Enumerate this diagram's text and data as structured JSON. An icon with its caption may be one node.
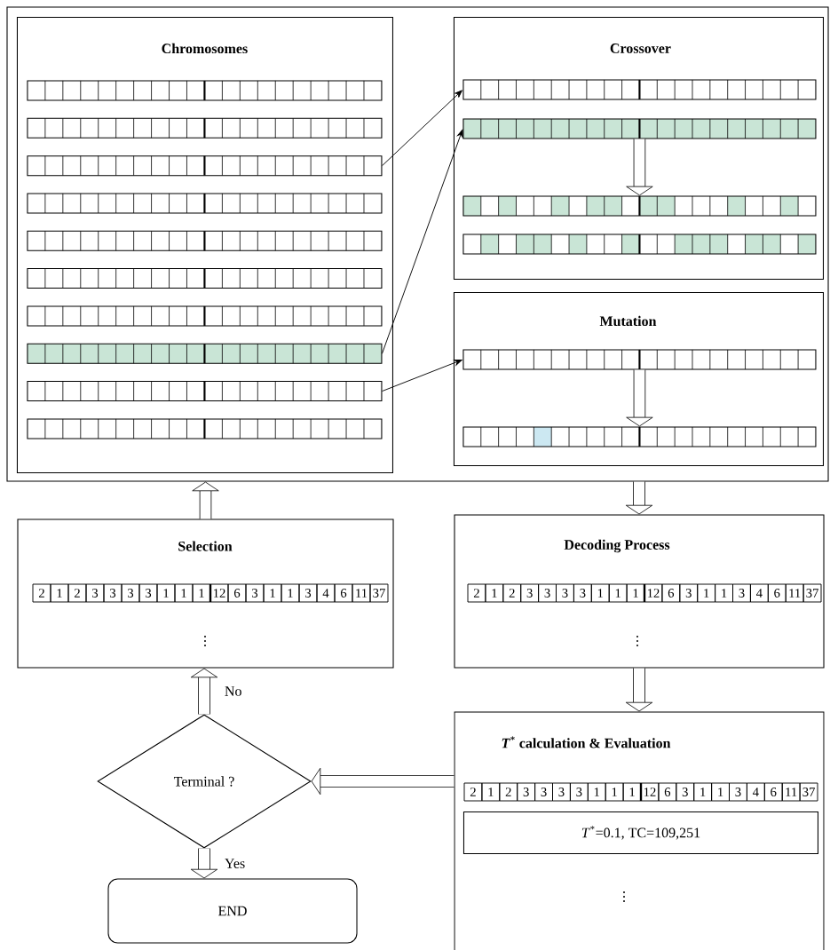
{
  "diagram": {
    "nodes": [
      {
        "text": [],
        "shape": "box"
      },
      {
        "text": [
          "Chromosomes"
        ],
        "in": 0
      },
      {
        "text": [],
        "shape": "bar",
        "in": 1
      },
      {
        "text": [],
        "shape": "bar",
        "in": 1
      },
      {
        "text": [],
        "shape": "bar",
        "in": 1
      },
      {
        "text": [],
        "shape": "bar",
        "in": 1
      },
      {
        "text": [],
        "shape": "bar",
        "in": 1
      },
      {
        "text": [],
        "shape": "bar",
        "in": 1
      },
      {
        "text": [],
        "shape": "bar",
        "in": 1
      },
      {
        "text": [],
        "shape": "bar",
        "in": 1
      },
      {
        "text": [],
        "shape": "bar",
        "in": 1
      },
      {
        "text": [],
        "shape": "bar",
        "in": 1
      },
      {
        "text": [
          "Crossover"
        ],
        "in": 0
      },
      {
        "text": [],
        "shape": "bar",
        "in": 12
      },
      {
        "text": [],
        "shape": "bar",
        "in": 12
      },
      {
        "text": [],
        "shape": "bar",
        "in": 12
      },
      {
        "text": [],
        "shape": "bar",
        "in": 12
      },
      {
        "text": [
          "Mutation"
        ],
        "in": 0
      },
      {
        "text": [],
        "shape": "bar",
        "in": 17
      },
      {
        "text": [],
        "shape": "bar",
        "in": 17
      },
      {
        "text": [
          "Selection"
        ]
      },
      {
        "text": [
          "Decoding Process"
        ]
      },
      {
        "text": [
          "*T*$^{*}$ calculation & Evaluation"
        ]
      },
      {
        "text": [
          "*T*$^{*}$=0.1, TC=109,251"
        ],
        "in": 22
      },
      {
        "text": [
          "Terminal ?"
        ]
      },
      {
        "text": [
          "END"
        ]
      }
    ],
    "edges": [
      {
        "from": 4,
        "to": 13,
        "arrow": "to"
      },
      {
        "from": 9,
        "to": 14,
        "arrow": "to"
      },
      {
        "from": 10,
        "to": 18,
        "arrow": "to"
      },
      {
        "from": 14,
        "to": 15,
        "arrow": "to"
      },
      {
        "from": 18,
        "to": 19,
        "arrow": "to"
      },
      {
        "from": 0,
        "to": 21,
        "arrow": "to"
      },
      {
        "from": 20,
        "to": 0,
        "arrow": "to"
      },
      {
        "from": 21,
        "to": 22,
        "arrow": "to"
      },
      {
        "from": 22,
        "to": 24,
        "arrow": "to"
      },
      {
        "from": 24,
        "to": 20,
        "arrow": "to",
        "label": "No"
      },
      {
        "from": 24,
        "to": 25,
        "arrow": "to",
        "label": "Yes"
      }
    ],
    "labels": [
      "2",
      "1",
      "2",
      "3",
      "3",
      "3",
      "3",
      "1",
      "1",
      "1",
      "12",
      "6",
      "3",
      "1",
      "1",
      "3",
      "4",
      "6",
      "11",
      "37",
      "⋮",
      "2",
      "1",
      "2",
      "3",
      "3",
      "3",
      "3",
      "1",
      "1",
      "1",
      "12",
      "6",
      "3",
      "1",
      "1",
      "3",
      "4",
      "6",
      "11",
      "37",
      "⋮",
      "2",
      "1",
      "2",
      "3",
      "3",
      "3",
      "3",
      "1",
      "1",
      "1",
      "12",
      "6",
      "3",
      "1",
      "1",
      "3",
      "4",
      "6",
      "11",
      "37",
      "⋮"
    ]
  }
}
